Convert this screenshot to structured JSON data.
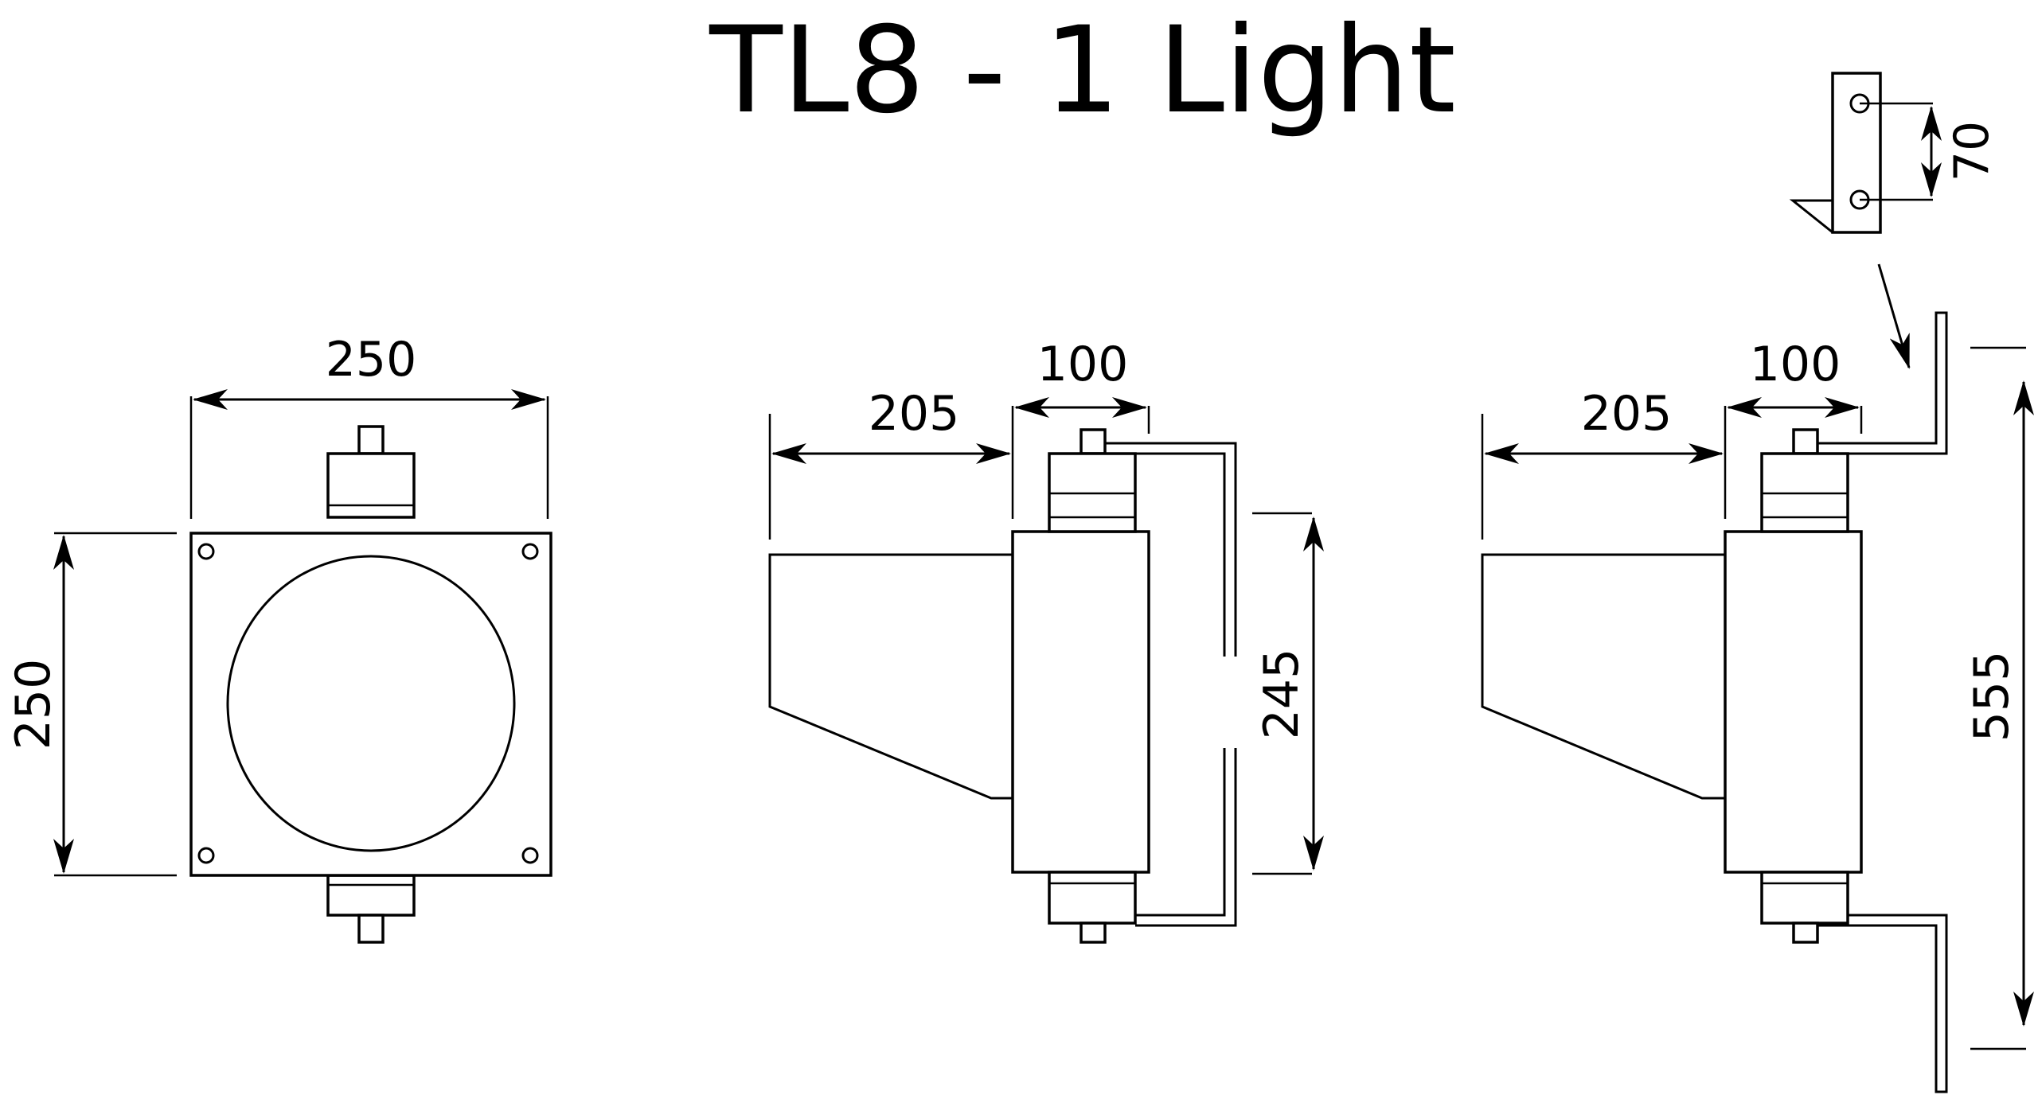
{
  "title": "TL8 - 1 Light",
  "colors": {
    "line": "#000000",
    "background": "#ffffff"
  },
  "front_view": {
    "width_label": "250",
    "height_label": "250"
  },
  "side_view_pole": {
    "depth_label": "205",
    "body_label": "100",
    "bracket_label": "245"
  },
  "side_view_wall": {
    "depth_label": "205",
    "body_label": "100",
    "bracket_label": "555"
  },
  "bracket_detail": {
    "hole_spacing_label": "70"
  }
}
